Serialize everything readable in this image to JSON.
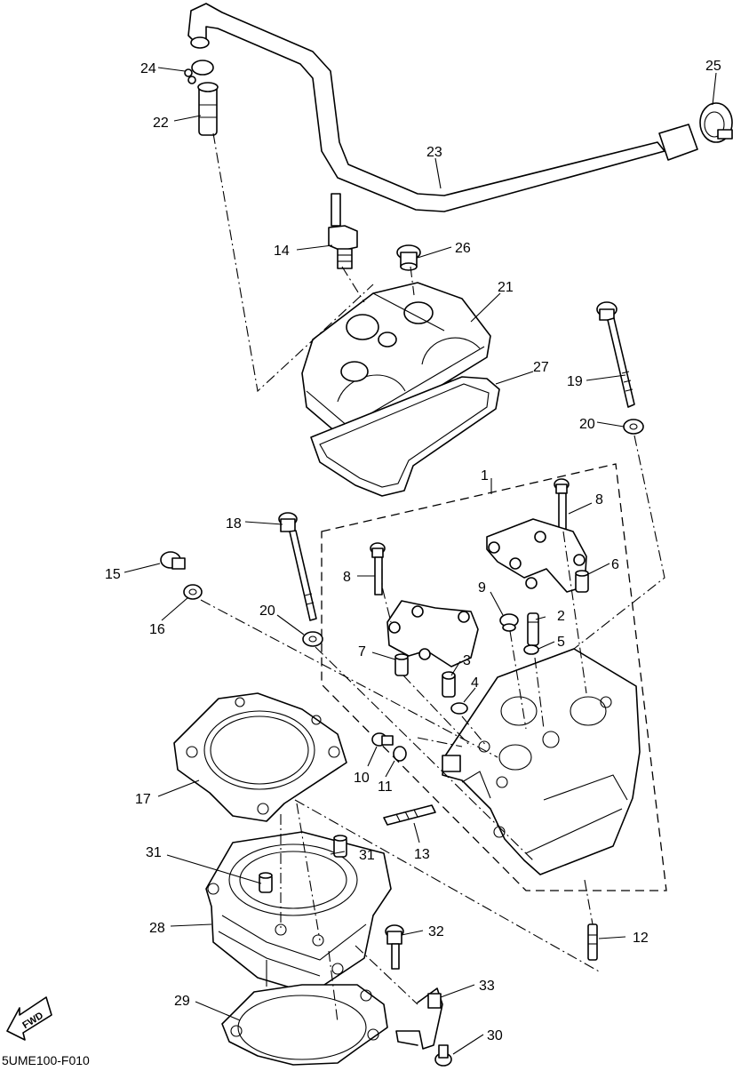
{
  "callouts": {
    "c1": "1",
    "c2": "2",
    "c3": "3",
    "c4": "4",
    "c5": "5",
    "c6": "6",
    "c7": "7",
    "c8a": "8",
    "c8b": "8",
    "c9": "9",
    "c10": "10",
    "c11": "11",
    "c12": "12",
    "c13": "13",
    "c14": "14",
    "c15": "15",
    "c16": "16",
    "c17": "17",
    "c18": "18",
    "c19": "19",
    "c20a": "20",
    "c20b": "20",
    "c21": "21",
    "c22": "22",
    "c23": "23",
    "c24": "24",
    "c25": "25",
    "c26": "26",
    "c27": "27",
    "c28": "28",
    "c29": "29",
    "c30": "30",
    "c31a": "31",
    "c31b": "31",
    "c32": "32",
    "c33": "33"
  },
  "fwd_label": "FWD",
  "diagram_code": "5UME100-F010"
}
